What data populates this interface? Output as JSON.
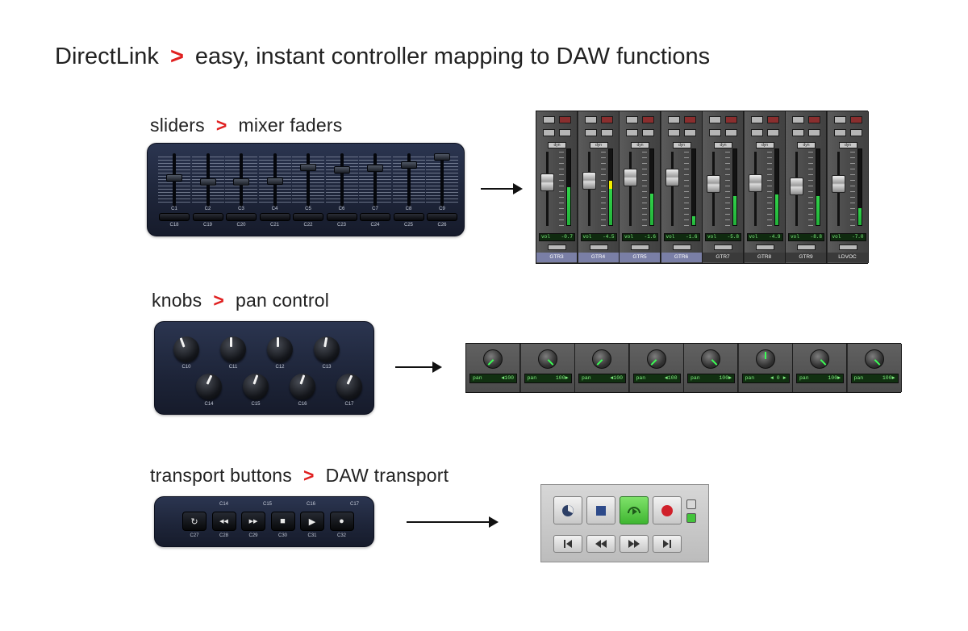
{
  "title": {
    "brand": "DirectLink",
    "separator": ">",
    "tagline": "easy, instant controller mapping to DAW functions"
  },
  "sections": {
    "sliders": {
      "source": "sliders",
      "target": "mixer faders"
    },
    "knobs": {
      "source": "knobs",
      "target": "pan control"
    },
    "transport": {
      "source": "transport buttons",
      "target": "DAW transport"
    }
  },
  "hardware_sliders": {
    "control_labels": [
      "C1",
      "C2",
      "C3",
      "C4",
      "C5",
      "C6",
      "C7",
      "C8",
      "C9"
    ],
    "button_labels": [
      "C18",
      "C19",
      "C20",
      "C21",
      "C22",
      "C23",
      "C24",
      "C25",
      "C26"
    ],
    "positions": [
      0.55,
      0.45,
      0.45,
      0.48,
      0.78,
      0.72,
      0.75,
      0.82,
      1.0
    ]
  },
  "hardware_knobs": {
    "labels": [
      "C10",
      "C11",
      "C12",
      "C13",
      "C14",
      "C15",
      "C16",
      "C17"
    ],
    "pointer_angles": [
      -20,
      0,
      0,
      10,
      25,
      20,
      20,
      25
    ]
  },
  "hardware_transport": {
    "top_labels": [
      "C14",
      "C15",
      "C16",
      "C17"
    ],
    "bottom_labels": [
      "C27",
      "C28",
      "C29",
      "C30",
      "C31",
      "C32"
    ],
    "buttons": [
      "loop",
      "rewind",
      "fast-forward",
      "stop",
      "play",
      "record"
    ]
  },
  "mixer": {
    "channels": [
      {
        "name": "GTR3",
        "vol": "-0.7",
        "fader": 0.38,
        "level": 0.5,
        "selected": true
      },
      {
        "name": "GTR4",
        "vol": "-4.5",
        "fader": 0.35,
        "level": 0.58,
        "selected": true
      },
      {
        "name": "GTR5",
        "vol": "-1.6",
        "fader": 0.3,
        "level": 0.42,
        "selected": true
      },
      {
        "name": "GTR6",
        "vol": "-1.6",
        "fader": 0.3,
        "level": 0.12,
        "selected": true
      },
      {
        "name": "GTR7",
        "vol": "-5.8",
        "fader": 0.42,
        "level": 0.38,
        "selected": false
      },
      {
        "name": "GTR8",
        "vol": "-4.9",
        "fader": 0.4,
        "level": 0.4,
        "selected": false
      },
      {
        "name": "GTR9",
        "vol": "-8.8",
        "fader": 0.45,
        "level": 0.38,
        "selected": false
      },
      {
        "name": "LDVOC",
        "vol": "-7.0",
        "fader": 0.42,
        "level": 0.22,
        "selected": false
      }
    ],
    "vol_label": "vol",
    "dyn_label": "dyn"
  },
  "pan": {
    "label": "pan",
    "values": [
      "◄100",
      "100►",
      "◄100",
      "◄100",
      "100►",
      "◄ 0 ►",
      "100►",
      "100►"
    ],
    "angles": [
      -135,
      135,
      -135,
      -135,
      135,
      0,
      135,
      135
    ]
  },
  "daw_transport": {
    "top": [
      "online",
      "stop",
      "play",
      "record"
    ],
    "bottom": [
      "return-to-zero",
      "rewind",
      "fast-forward",
      "go-to-end"
    ]
  },
  "colors": {
    "accent": "#e02020",
    "meter_green": "#31d34a",
    "meter_yellow": "#f3f000",
    "play_green": "#5fcf4c"
  }
}
